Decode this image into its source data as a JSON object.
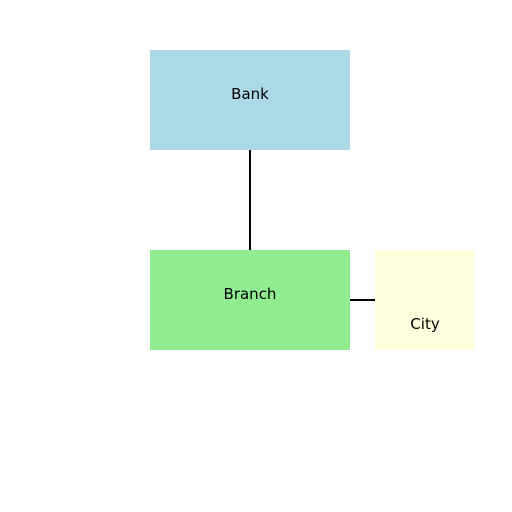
{
  "diagram": {
    "nodes": [
      {
        "id": "bank",
        "label": "Bank",
        "color": "#add8e6"
      },
      {
        "id": "branch",
        "label": "Branch",
        "color": "#90ee90"
      },
      {
        "id": "city",
        "label": "City",
        "color": "#ffffe0"
      }
    ],
    "edges": [
      {
        "from": "bank",
        "to": "branch"
      },
      {
        "from": "branch",
        "to": "city"
      }
    ],
    "edge_color": "#000000"
  }
}
